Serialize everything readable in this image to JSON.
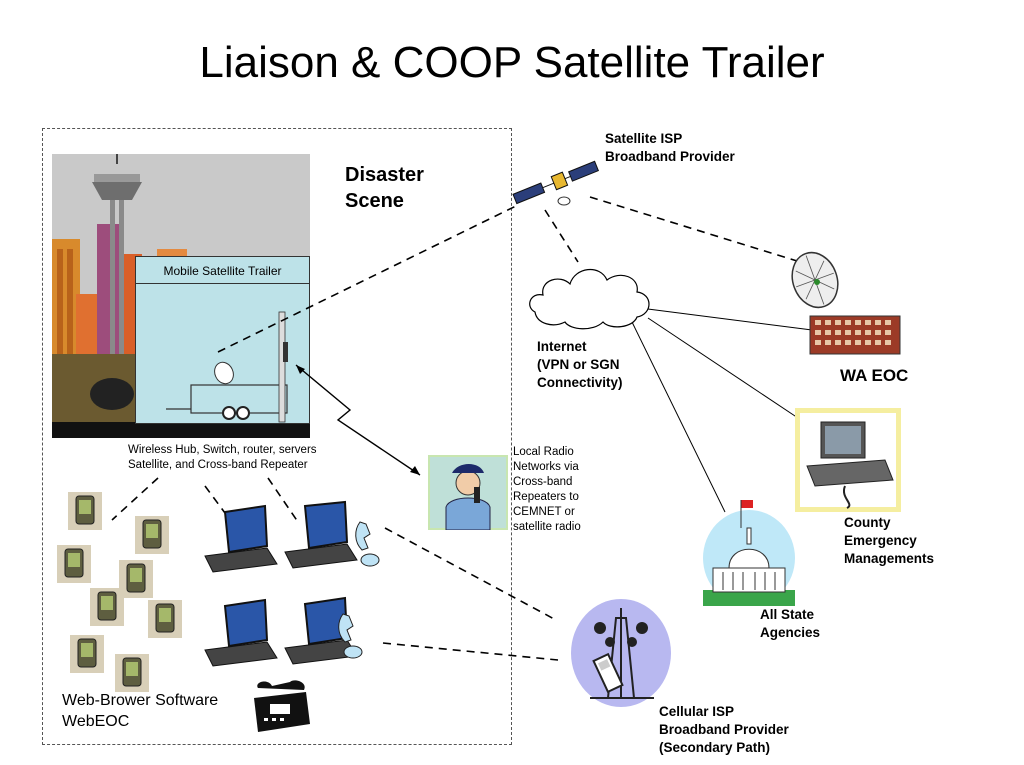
{
  "title": "Liaison & COOP Satellite Trailer",
  "labels": {
    "satellite_isp": "Satellite ISP\nBroadband Provider",
    "disaster_scene": "Disaster\nScene",
    "mobile_trailer": "Mobile Satellite Trailer",
    "internet": "Internet\n(VPN or SGN\nConnectivity)",
    "wa_eoc": "WA EOC",
    "wireless_hub": "Wireless Hub, Switch, router, servers\nSatellite, and Cross-band Repeater",
    "local_radio": "Local Radio\nNetworks via\nCross-band\nRepeaters to\nCEMNET or\nsatellite radio",
    "county": "County\nEmergency\nManagements",
    "all_state": "All State\nAgencies",
    "web_browser": "Web-Brower Software\nWebEOC",
    "cellular_isp": "Cellular ISP\nBroadband Provider\n(Secondary Path)"
  },
  "colors": {
    "sky": "#c9c9c9",
    "trailer_fill": "#bde2e8",
    "building_brick": "#9c3b27",
    "laptop_screen": "#2a56a8",
    "pda_body": "#6b6b4a",
    "capitol_sky": "#bfe8f8",
    "cell_disc": "#b8b8f0"
  },
  "icons": [
    "satellite-icon",
    "cloud-icon",
    "dish-building-icon",
    "laptop-icon",
    "pda-icon",
    "phone-icon",
    "fax-icon",
    "police-officer-icon",
    "capitol-icon",
    "cell-tower-icon",
    "city-skyline-icon"
  ]
}
